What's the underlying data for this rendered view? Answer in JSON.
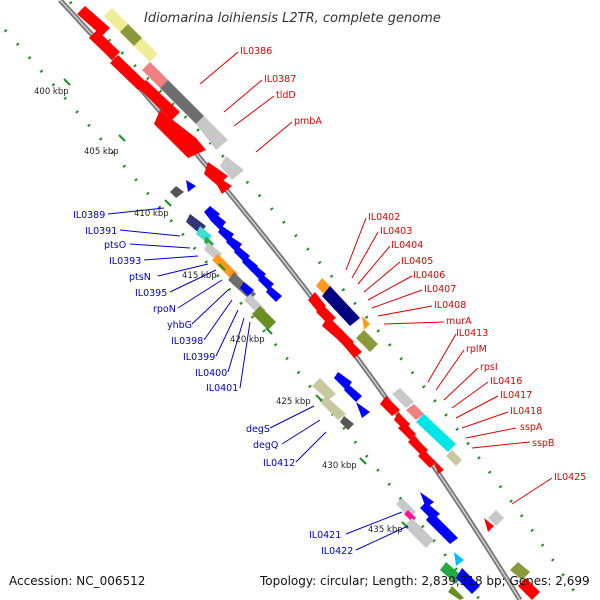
{
  "title": "Idiomarina loihiensis L2TR, complete genome",
  "footer": {
    "accession": "Accession: NC_006512",
    "stats": "Topology: circular; Length: 2,839,318 bp; Genes: 2,699"
  },
  "scale_ticks": [
    "400 kbp",
    "405 kbp",
    "410 kbp",
    "415 kbp",
    "420 kbp",
    "425 kbp",
    "430 kbp",
    "435 kbp"
  ],
  "forward_genes": [
    "IL0386",
    "IL0387",
    "tldD",
    "pmbA",
    "IL0402",
    "IL0403",
    "IL0404",
    "IL0405",
    "IL0406",
    "IL0407",
    "IL0408",
    "murA",
    "IL0413",
    "rplM",
    "rpsI",
    "IL0416",
    "IL0417",
    "IL0418",
    "sspA",
    "sspB",
    "IL0425"
  ],
  "reverse_genes": [
    "IL0389",
    "IL0391",
    "ptsO",
    "IL0393",
    "ptsN",
    "IL0395",
    "rpoN",
    "yhbG",
    "IL0398",
    "IL0399",
    "IL0400",
    "IL0401",
    "degS",
    "degQ",
    "IL0412",
    "IL0421",
    "IL0422"
  ],
  "colors": {
    "forward_strand": "#ff0000",
    "reverse_strand": "#0000ff",
    "backbone": "#808080",
    "tick": "#1f8f1f",
    "forward_label": "#e00000",
    "reverse_label": "#0000cc"
  }
}
